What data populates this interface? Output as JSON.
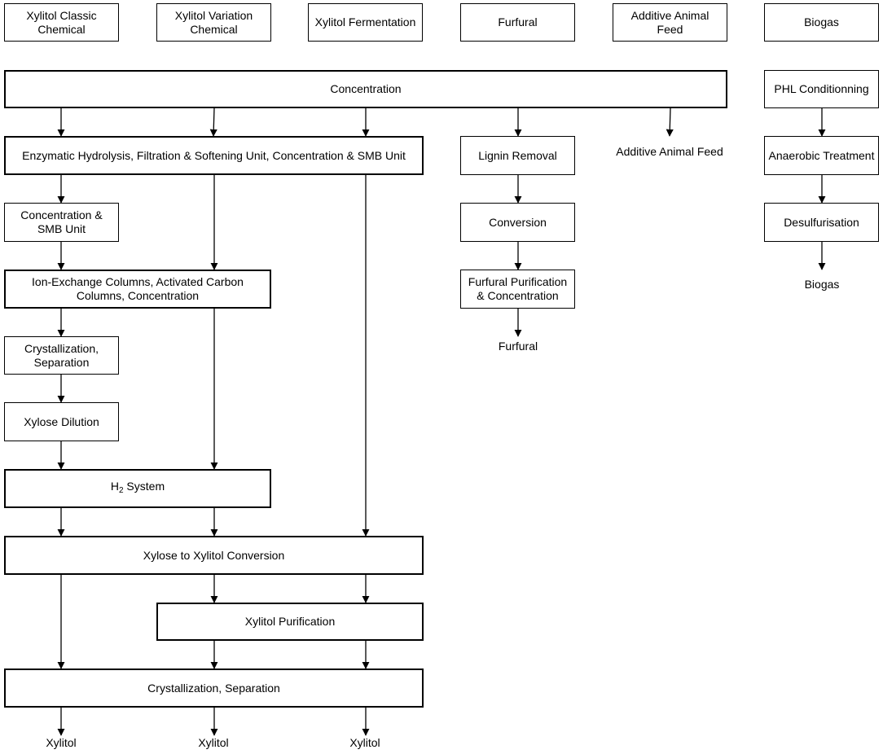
{
  "headers": {
    "xylitol_classic": "Xylitol Classic Chemical",
    "xylitol_variation": "Xylitol Variation Chemical",
    "xylitol_fermentation": "Xylitol Fermentation",
    "furfural": "Furfural",
    "additive_animal_feed": "Additive Animal Feed",
    "biogas": "Biogas"
  },
  "steps": {
    "concentration": "Concentration",
    "phl_conditioning": "PHL Conditionning",
    "enzymatic": "Enzymatic Hydrolysis, Filtration & Softening Unit, Concentration & SMB Unit",
    "lignin_removal": "Lignin Removal",
    "anaerobic": "Anaerobic Treatment",
    "conc_smb": "Concentration & SMB Unit",
    "conversion": "Conversion",
    "desulfurisation": "Desulfurisation",
    "ion_exchange": "Ion-Exchange Columns, Activated Carbon Columns, Concentration",
    "furfural_purification": "Furfural Purification & Concentration",
    "crystallization_small": "Crystallization, Separation",
    "xylose_dilution": "Xylose Dilution",
    "h2_prefix": "H",
    "h2_sub": "2",
    "h2_suffix": " System",
    "xylose_to_xylitol": "Xylose to Xylitol Conversion",
    "xylitol_purification": "Xylitol Purification",
    "crystallization_final": "Crystallization, Separation"
  },
  "outputs": {
    "additive_animal_feed": "Additive Animal Feed",
    "biogas": "Biogas",
    "furfural": "Furfural",
    "xylitol_1": "Xylitol",
    "xylitol_2": "Xylitol",
    "xylitol_3": "Xylitol"
  }
}
